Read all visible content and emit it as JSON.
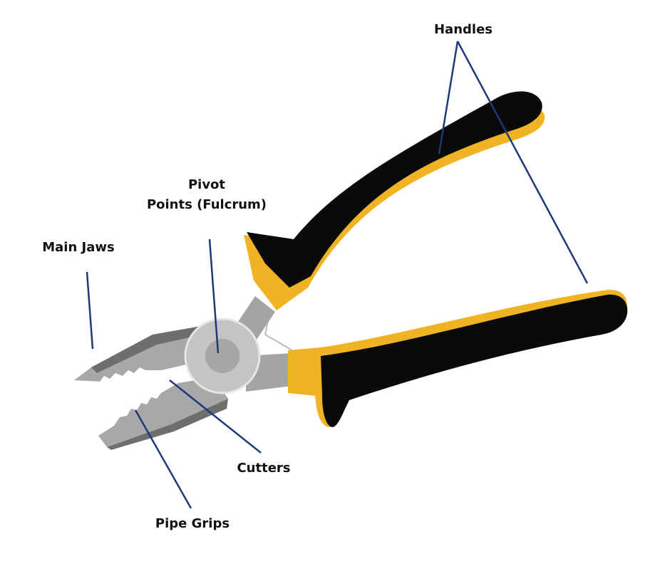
{
  "labels": {
    "handles": "Handles",
    "pivot_line1": "Pivot",
    "pivot_line2": "Points (Fulcrum)",
    "main_jaws": "Main Jaws",
    "cutters": "Cutters",
    "pipe_grips": "Pipe Grips"
  },
  "colors": {
    "leader_line": "#1f3a78",
    "handle_black": "#0a0a0a",
    "handle_yellow": "#f0b323",
    "metal_light": "#b5b5b5",
    "metal_mid": "#9a9a9a",
    "metal_dark": "#6e6e6e",
    "label_text": "#111111",
    "background": "#ffffff"
  },
  "icons": [
    "pliers-illustration"
  ]
}
